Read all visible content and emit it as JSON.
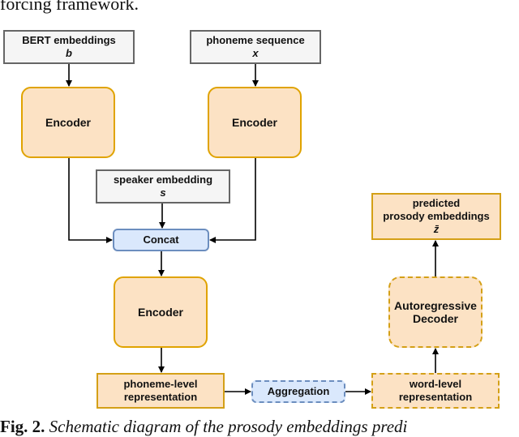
{
  "header_text": "forcing framework.",
  "nodes": {
    "bert": {
      "label": "BERT embeddings",
      "var": "b"
    },
    "phoneme_seq": {
      "label": "phoneme sequence",
      "var": "x"
    },
    "encoder_left": {
      "label": "Encoder"
    },
    "encoder_right": {
      "label": "Encoder"
    },
    "speaker": {
      "label": "speaker embedding",
      "var": "s"
    },
    "concat": {
      "label": "Concat"
    },
    "encoder_bottom": {
      "label": "Encoder"
    },
    "phoneme_level": {
      "line1": "phoneme-level",
      "line2": "representation"
    },
    "aggregation": {
      "label": "Aggregation"
    },
    "word_level": {
      "line1": "word-level",
      "line2": "representation"
    },
    "decoder": {
      "line1": "Autoregressive",
      "line2": "Decoder"
    },
    "predicted": {
      "line1": "predicted",
      "line2": "prosody embeddings",
      "var": "z̄"
    }
  },
  "caption": {
    "fig_label": "Fig. 2.",
    "text": "Schematic diagram of the prosody embeddings predi"
  },
  "colors": {
    "orange_fill": "#fce2c4",
    "orange_border": "#e0a300",
    "blue_fill": "#dae8fc",
    "blue_border": "#6c8ebf",
    "gray_fill": "#f5f5f5",
    "gray_border": "#666666"
  }
}
